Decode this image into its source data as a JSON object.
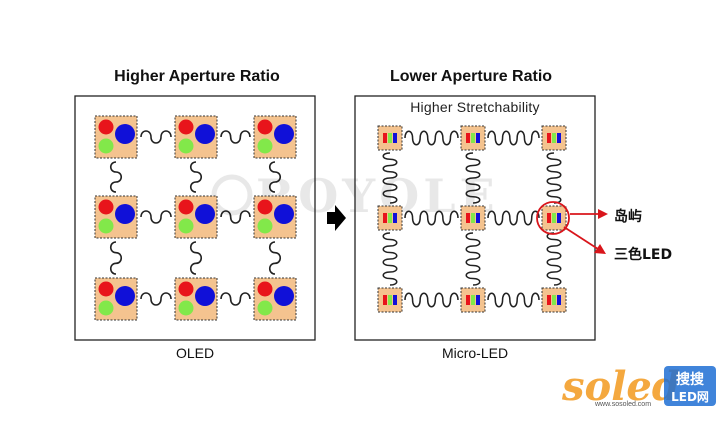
{
  "left_panel": {
    "title": "Higher Aperture Ratio",
    "caption": "OLED"
  },
  "right_panel": {
    "title": "Lower Aperture Ratio",
    "inner_label": "Higher Stretchability",
    "caption": "Micro-LED"
  },
  "callouts": {
    "island": "岛屿",
    "tricolor_led": "三色LED"
  },
  "background_logo": "ROYOLE",
  "watermark": {
    "logo": "soled",
    "badge_top": "搜搜",
    "badge_bottom": "LED网",
    "url": "www.sosoled.com"
  },
  "colors": {
    "pixel_fill": "#f4c38f",
    "red": "#e8141b",
    "blue": "#1010d8",
    "green": "#82e84a",
    "callout_red": "#d9151b",
    "watermark_orange": "#f39a1e",
    "watermark_blue": "#1e6fd4"
  }
}
